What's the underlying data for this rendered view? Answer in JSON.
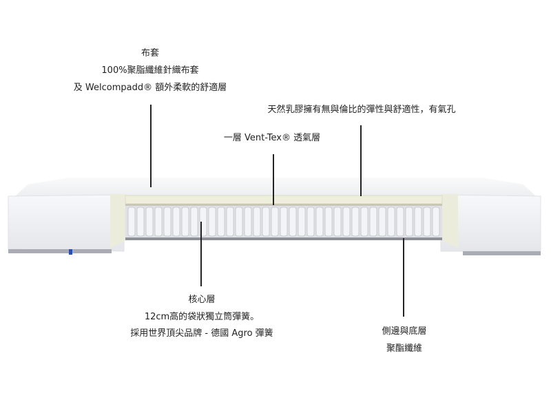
{
  "labels": {
    "cover": {
      "title": "布套",
      "line1": "100%聚脂纖維針織布套",
      "line2": "及 Welcompadd® 額外柔軟的舒適層"
    },
    "latex": {
      "line1": "天然乳膠擁有無與倫比的彈性與舒適性，有氣孔"
    },
    "venttex": {
      "line1": "一層 Vent-Tex® 透氣層"
    },
    "core": {
      "title": "核心層",
      "line1": "12cm高的袋狀獨立筒彈簧。",
      "line2": "採用世界頂尖品牌 - 德國 Agro 彈簧"
    },
    "sides": {
      "title": "側邊與底層",
      "line1": "聚酯纖維"
    }
  },
  "colors": {
    "cover": "#f2f3f5",
    "foam": "#eeeedd",
    "spring": "#e6e8ec",
    "base_trim": "#a9adb3",
    "tag": "#2a4fb0"
  }
}
